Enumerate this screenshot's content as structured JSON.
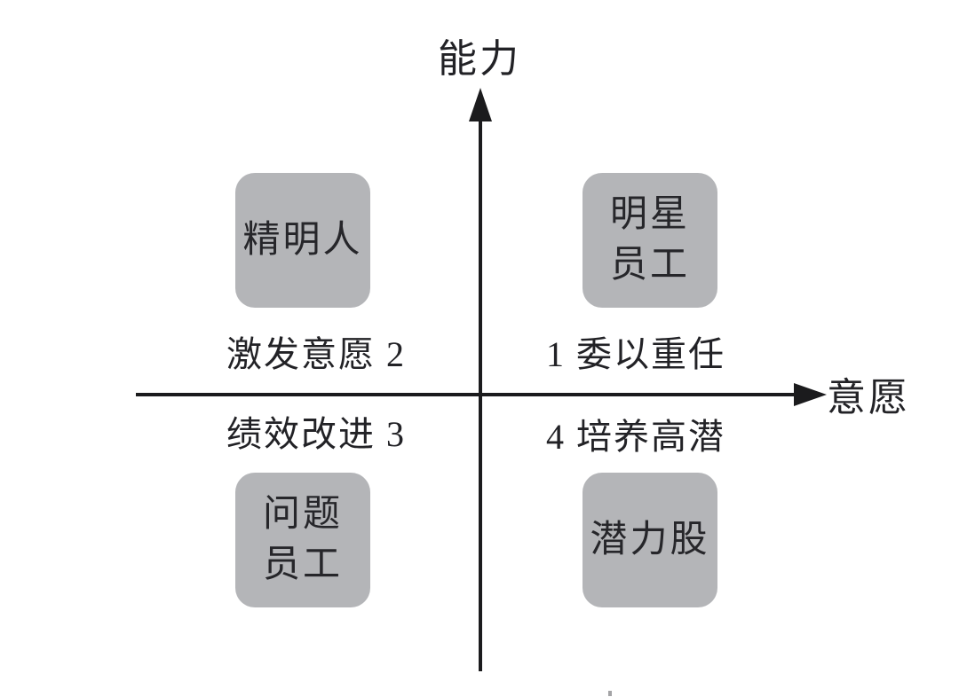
{
  "diagram": {
    "title_implied": "能力-意愿四象限人才矩阵",
    "y_axis_label": "能力",
    "x_axis_label": "意愿",
    "quadrant_boxes": {
      "top_left": {
        "line1": "精明人",
        "line2": ""
      },
      "top_right": {
        "line1": "明星",
        "line2": "员工"
      },
      "bottom_left": {
        "line1": "问题",
        "line2": "员工"
      },
      "bottom_right": {
        "line1": "潜力股",
        "line2": ""
      }
    },
    "strategy_labels": {
      "top_left": "激发意愿 2",
      "top_right": "1 委以重任",
      "bottom_left": "绩效改进 3",
      "bottom_right": "4 培养高潜"
    },
    "colors": {
      "background": "#ffffff",
      "box_fill": "#b4b5b8",
      "axis_line": "#1b1b1d",
      "text": "#222226"
    }
  }
}
